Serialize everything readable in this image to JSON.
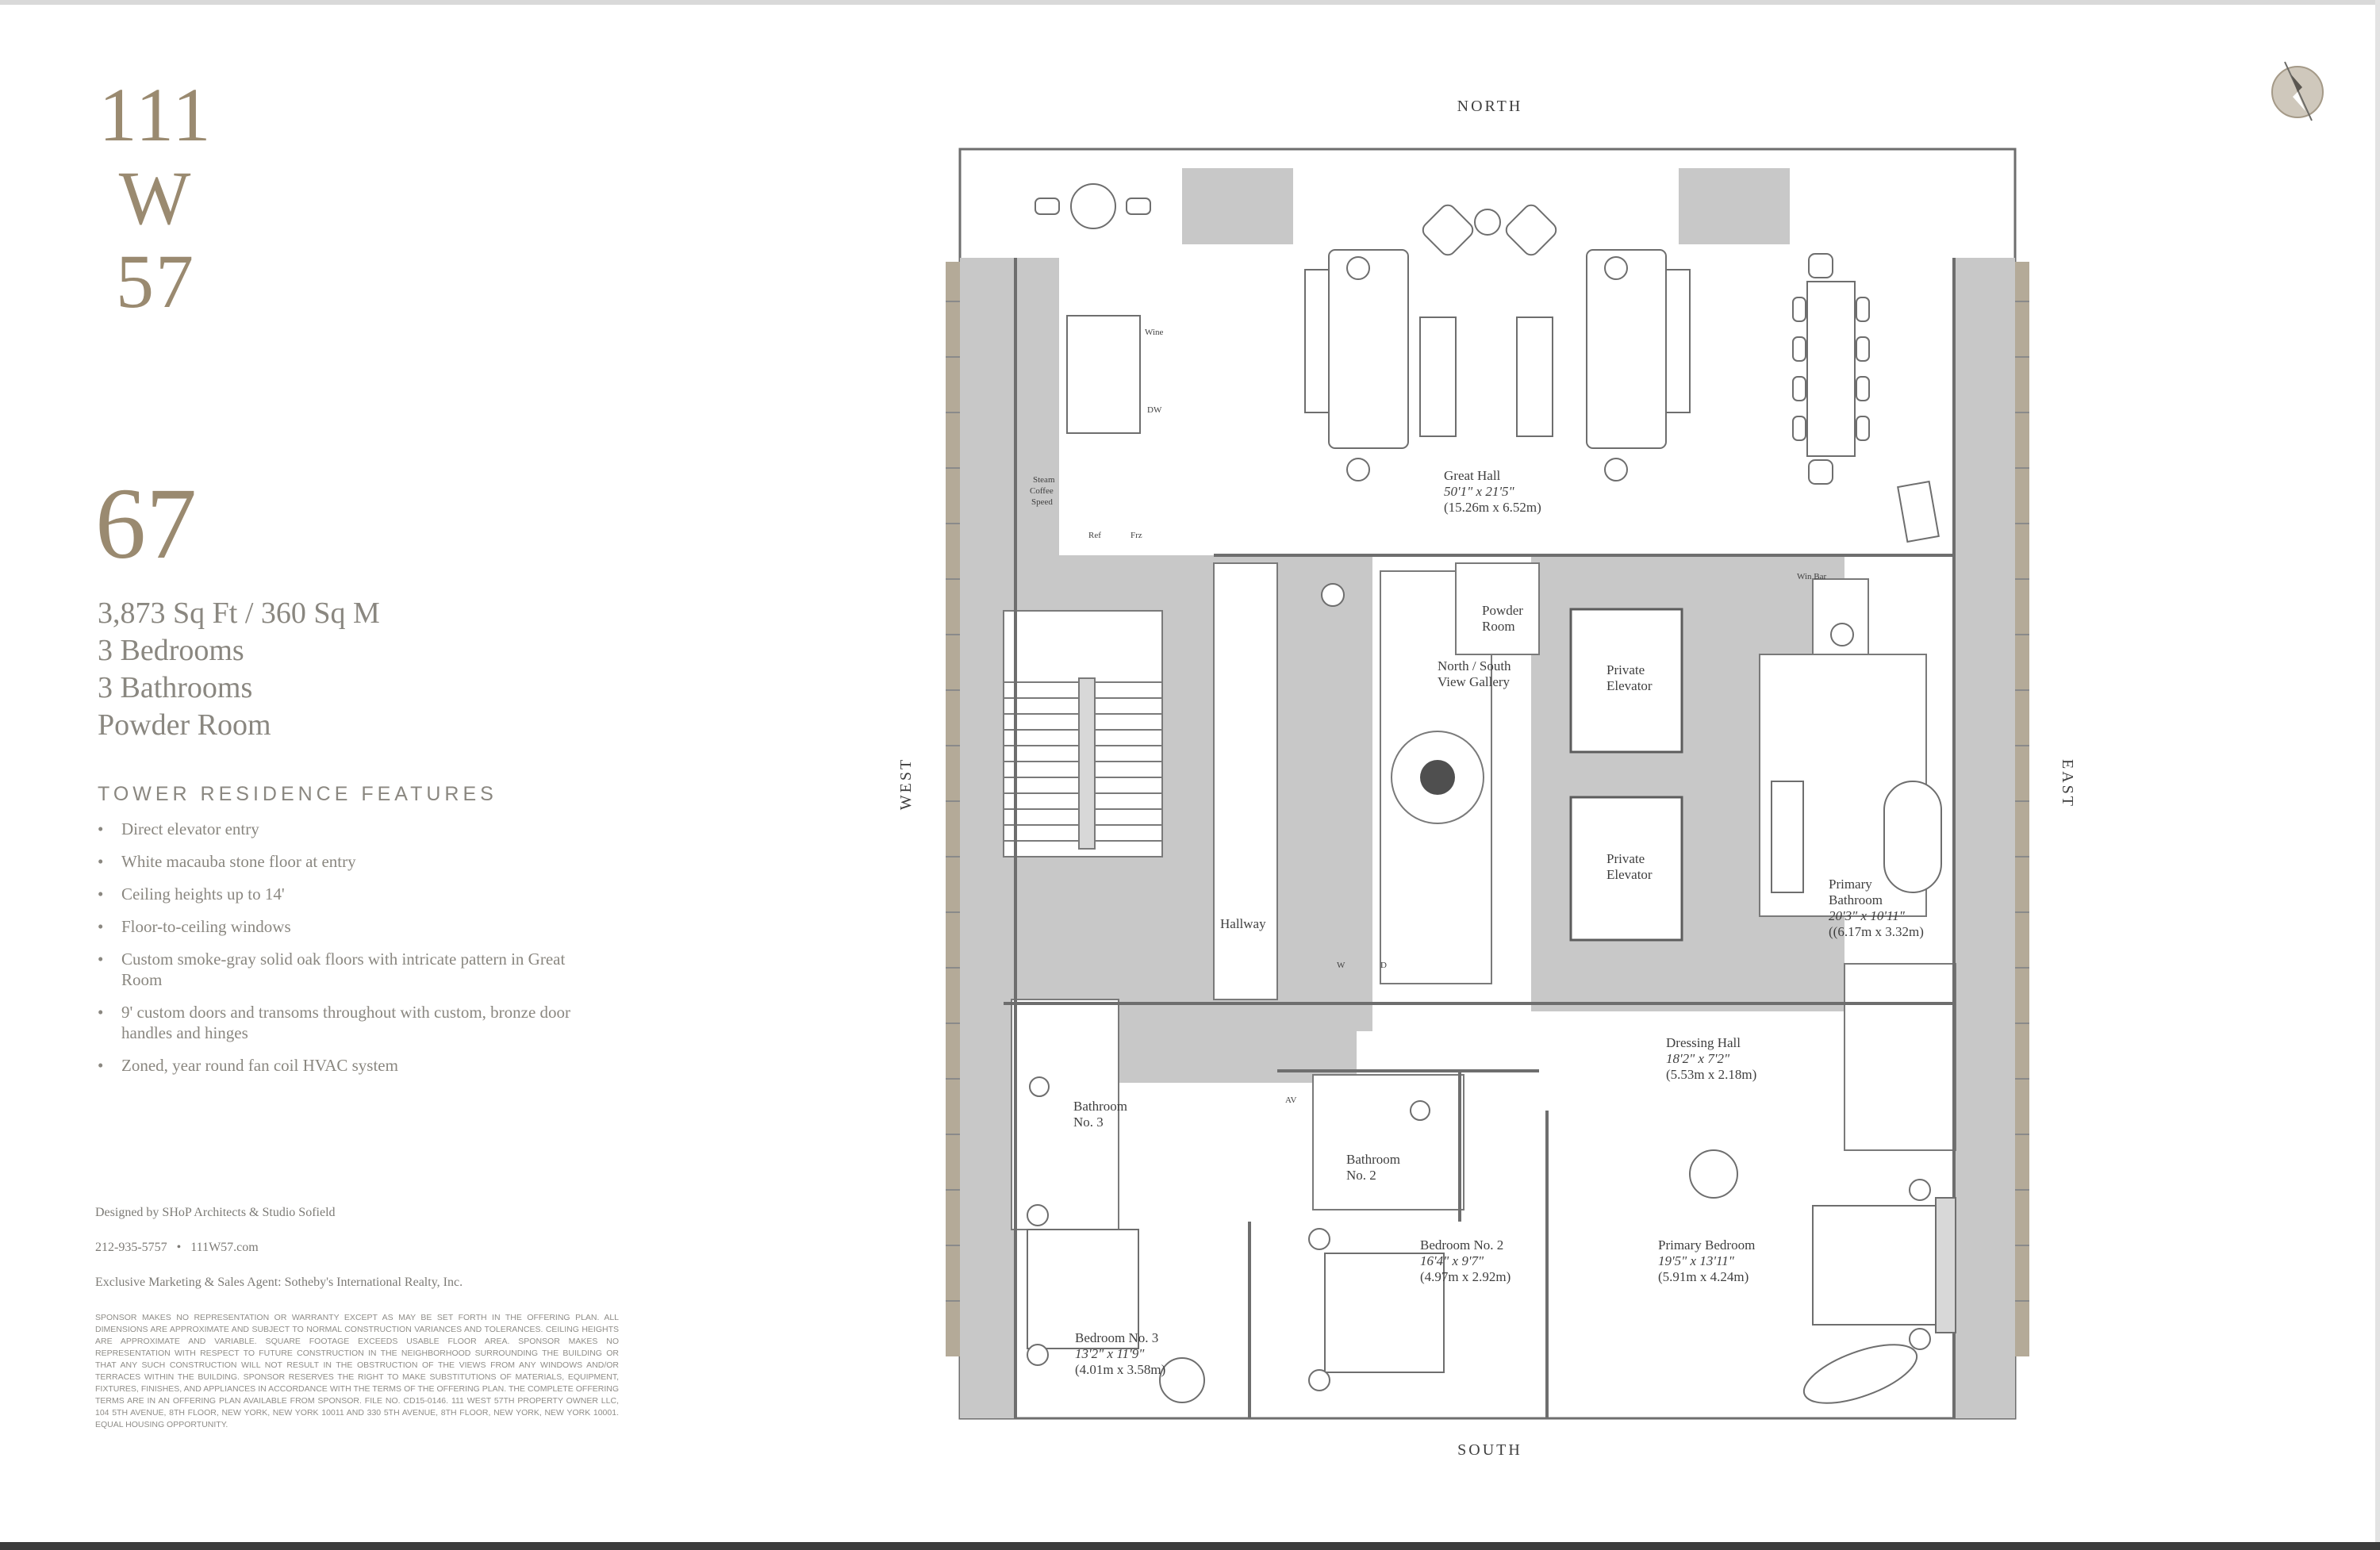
{
  "building": {
    "line1": "111",
    "line2": "W",
    "line3": "57"
  },
  "residence": {
    "number": "67",
    "area": "3,873 Sq Ft / 360 Sq M",
    "bedrooms": "3 Bedrooms",
    "bathrooms": "3 Bathrooms",
    "powder": "Powder Room"
  },
  "features": {
    "title": "TOWER RESIDENCE FEATURES",
    "items": [
      "Direct elevator entry",
      "White macauba stone floor at entry",
      "Ceiling heights up to 14'",
      "Floor-to-ceiling windows",
      "Custom smoke-gray solid oak floors with intricate pattern in Great Room",
      "9' custom doors and transoms throughout with custom, bronze door handles and hinges",
      "Zoned, year round fan coil HVAC system"
    ]
  },
  "credits": {
    "designer": "Designed by SHoP Architects & Studio Sofield",
    "phone": "212-935-5757",
    "separator": "•",
    "website": "111W57.com",
    "agent": "Exclusive Marketing & Sales Agent: Sotheby's International Realty, Inc.",
    "disclaimer": "SPONSOR MAKES NO REPRESENTATION OR WARRANTY EXCEPT AS MAY BE SET FORTH IN THE OFFERING PLAN. ALL DIMENSIONS ARE APPROXIMATE AND SUBJECT TO NORMAL CONSTRUCTION VARIANCES AND TOLERANCES. CEILING HEIGHTS ARE APPROXIMATE AND VARIABLE. SQUARE FOOTAGE EXCEEDS USABLE FLOOR AREA. SPONSOR MAKES NO REPRESENTATION WITH RESPECT TO FUTURE CONSTRUCTION IN THE NEIGHBORHOOD SURROUNDING THE BUILDING OR THAT ANY SUCH CONSTRUCTION WILL NOT RESULT IN THE OBSTRUCTION OF THE VIEWS FROM ANY WINDOWS AND/OR TERRACES WITHIN THE BUILDING. SPONSOR RESERVES THE RIGHT TO MAKE SUBSTITUTIONS OF MATERIALS, EQUIPMENT, FIXTURES, FINISHES, AND APPLIANCES IN ACCORDANCE WITH THE TERMS OF THE OFFERING PLAN. THE COMPLETE OFFERING TERMS ARE IN AN OFFERING PLAN AVAILABLE FROM SPONSOR. FILE NO. CD15-0146. 111 WEST 57TH PROPERTY OWNER LLC, 104 5TH AVENUE, 8TH FLOOR, NEW YORK, NEW YORK 10011 AND 330 5TH AVENUE, 8TH FLOOR, NEW YORK, NEW YORK 10001. EQUAL HOUSING OPPORTUNITY."
  },
  "compass": {
    "north": "NORTH",
    "south": "SOUTH",
    "east": "EAST",
    "west": "WEST"
  },
  "rooms": {
    "great_hall": {
      "name": "Great Hall",
      "dim": "50'1\" x 21'5\"",
      "metric": "(15.26m x 6.52m)"
    },
    "powder_room": {
      "line1": "Powder",
      "line2": "Room"
    },
    "gallery": {
      "line1": "North / South",
      "line2": "View Gallery"
    },
    "private_elevator": {
      "line1": "Private",
      "line2": "Elevator"
    },
    "hallway": "Hallway",
    "primary_bath": {
      "line1": "Primary",
      "line2": "Bathroom",
      "dim": "20'3\" x 10'11\"",
      "metric": "((6.17m x 3.32m)"
    },
    "dressing_hall": {
      "name": "Dressing Hall",
      "dim": "18'2\" x 7'2\"",
      "metric": "(5.53m x 2.18m)"
    },
    "bath3": {
      "line1": "Bathroom",
      "line2": "No. 3"
    },
    "bath2": {
      "line1": "Bathroom",
      "line2": "No. 2"
    },
    "bed2": {
      "name": "Bedroom No. 2",
      "dim": "16'4\" x 9'7\"",
      "metric": "(4.97m x 2.92m)"
    },
    "bed3": {
      "name": "Bedroom No. 3",
      "dim": "13'2\" x 11'9\"",
      "metric": "(4.01m x 3.58m)"
    },
    "primary_bed": {
      "name": "Primary Bedroom",
      "dim": "19'5\" x 13'11\"",
      "metric": "(5.91m x 4.24m)"
    }
  },
  "appliances": {
    "wine": "Wine",
    "dw": "DW",
    "ref": "Ref",
    "frz": "Frz",
    "steam": "Steam",
    "coffee": "Coffee",
    "speed": "Speed",
    "wine_bar": "Win Bar",
    "washer": "W",
    "dryer": "D",
    "av": "AV"
  },
  "colors": {
    "accent_gold": "#9a8a70",
    "plan_gray": "#c8c8c8",
    "wall": "#6e6e6e"
  }
}
